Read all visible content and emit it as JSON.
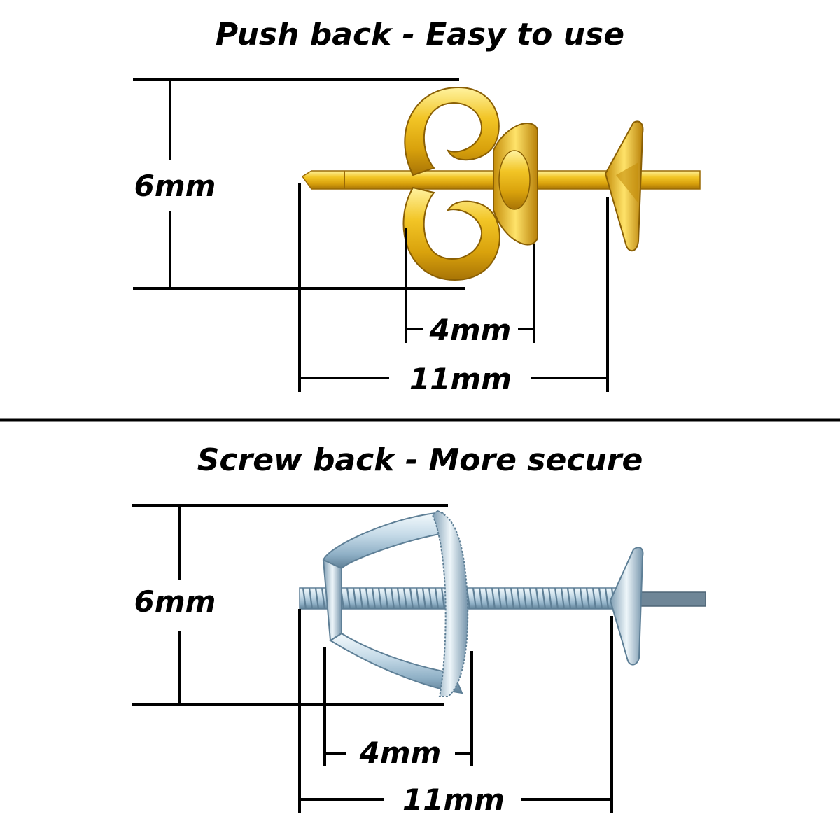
{
  "sections": {
    "push_back": {
      "title": "Push back - Easy to use",
      "height_label": "6mm",
      "back_width_label": "4mm",
      "post_length_label": "11mm"
    },
    "screw_back": {
      "title": "Screw back - More secure",
      "height_label": "6mm",
      "back_width_label": "4mm",
      "post_length_label": "11mm"
    }
  },
  "colors": {
    "background": "#ffffff",
    "lines": "#000000",
    "gold_light": "#f7d84a",
    "gold_dark": "#b8860b",
    "silver_light": "#e8f2f8",
    "silver_dark": "#6f8fa6"
  }
}
